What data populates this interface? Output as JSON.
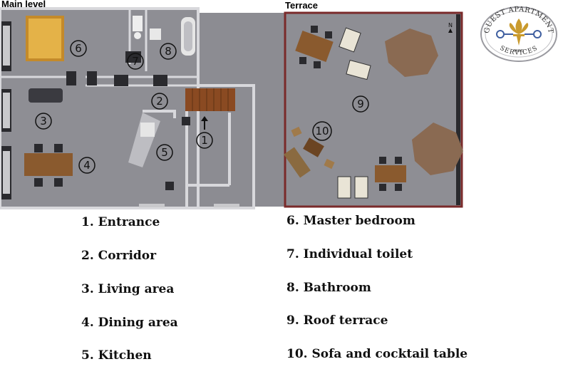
{
  "headings": {
    "main_level": "Main level",
    "terrace": "Terrace"
  },
  "room_markers": [
    "1",
    "2",
    "3",
    "4",
    "5",
    "6",
    "7",
    "8",
    "9",
    "10"
  ],
  "compass_label": "N",
  "legend": [
    {
      "label": "1. Entrance"
    },
    {
      "label": "2. Corridor"
    },
    {
      "label": "3. Living area"
    },
    {
      "label": "4. Dining area"
    },
    {
      "label": "5. Kitchen"
    },
    {
      "label": "6. Master bedroom"
    },
    {
      "label": "7. Individual toilet"
    },
    {
      "label": "8. Bathroom"
    },
    {
      "label": "9. Roof terrace"
    },
    {
      "label": "10. Sofa and cocktail table"
    }
  ],
  "logo": {
    "top_text": "GUEST APARTMENT",
    "middle_text": "PARIS",
    "bottom_text": "SERVICES"
  },
  "colors": {
    "floor": "#8e8e94",
    "wall": "#d8d8dc",
    "terrace_border": "#7a2a2a",
    "wood": "#8a5a2e",
    "logo_gold": "#c99a2c",
    "logo_blue": "#3f5fa0"
  }
}
